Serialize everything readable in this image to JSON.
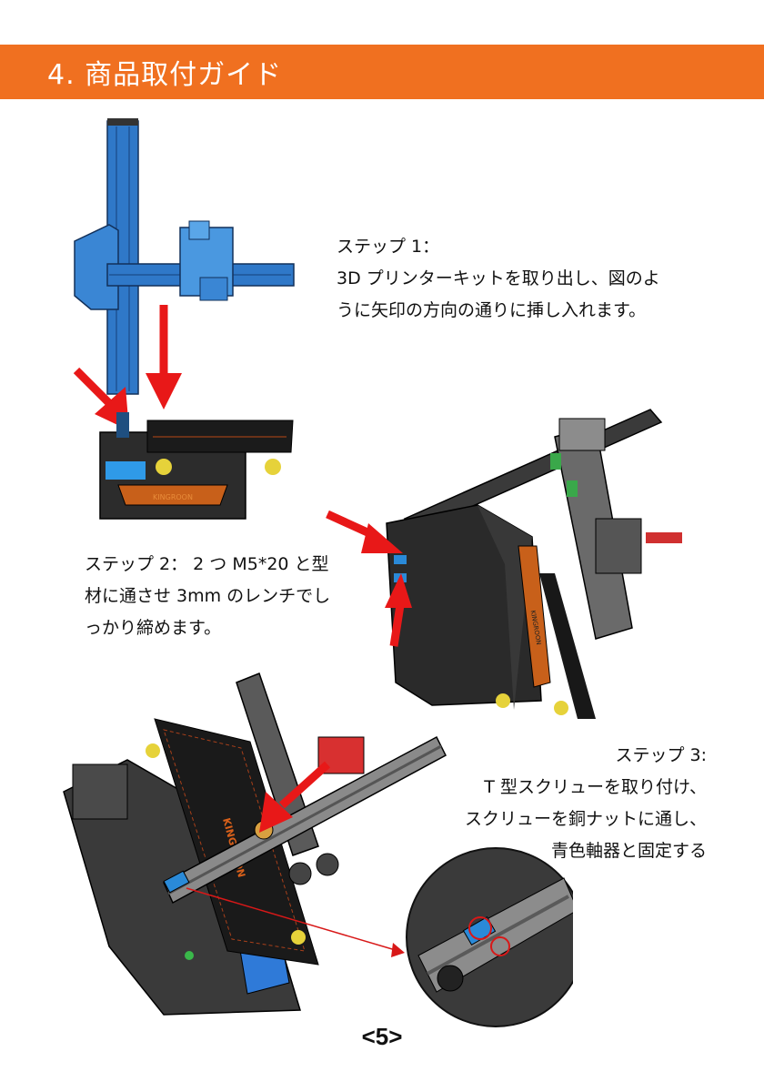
{
  "header": {
    "title": "4. 商品取付ガイド",
    "color": "#f07020"
  },
  "steps": [
    {
      "title": "ステップ 1：",
      "lines": [
        "3D プリンターキットを取り出し、図のよ",
        "うに矢印の方向の通りに挿し入れます。"
      ]
    },
    {
      "title": "ステップ 2： 2 つ M5*20 と型",
      "lines": [
        "材に通させ 3mm のレンチでし",
        "っかり締めます。"
      ]
    },
    {
      "title": "ステップ 3:",
      "lines": [
        "T 型スクリューを取り付け、",
        "スクリューを銅ナットに通し、",
        "青色軸器と固定する"
      ]
    }
  ],
  "figures": {
    "fig1": {
      "icon": "printer-frame-insert-illustration",
      "brand_text": "KINGROON",
      "arrow_color": "#e81818",
      "frame_color": "#2f78c8"
    },
    "fig2": {
      "icon": "printer-base-screw-illustration",
      "brand_text": "KINGROON",
      "arrow_color": "#e81818"
    },
    "fig3": {
      "icon": "t-screw-coupler-illustration",
      "brand_text": "KINGROON",
      "arrow_color": "#e81818",
      "coupler_color": "#2a8ad8"
    }
  },
  "page": {
    "number": "<5>"
  }
}
